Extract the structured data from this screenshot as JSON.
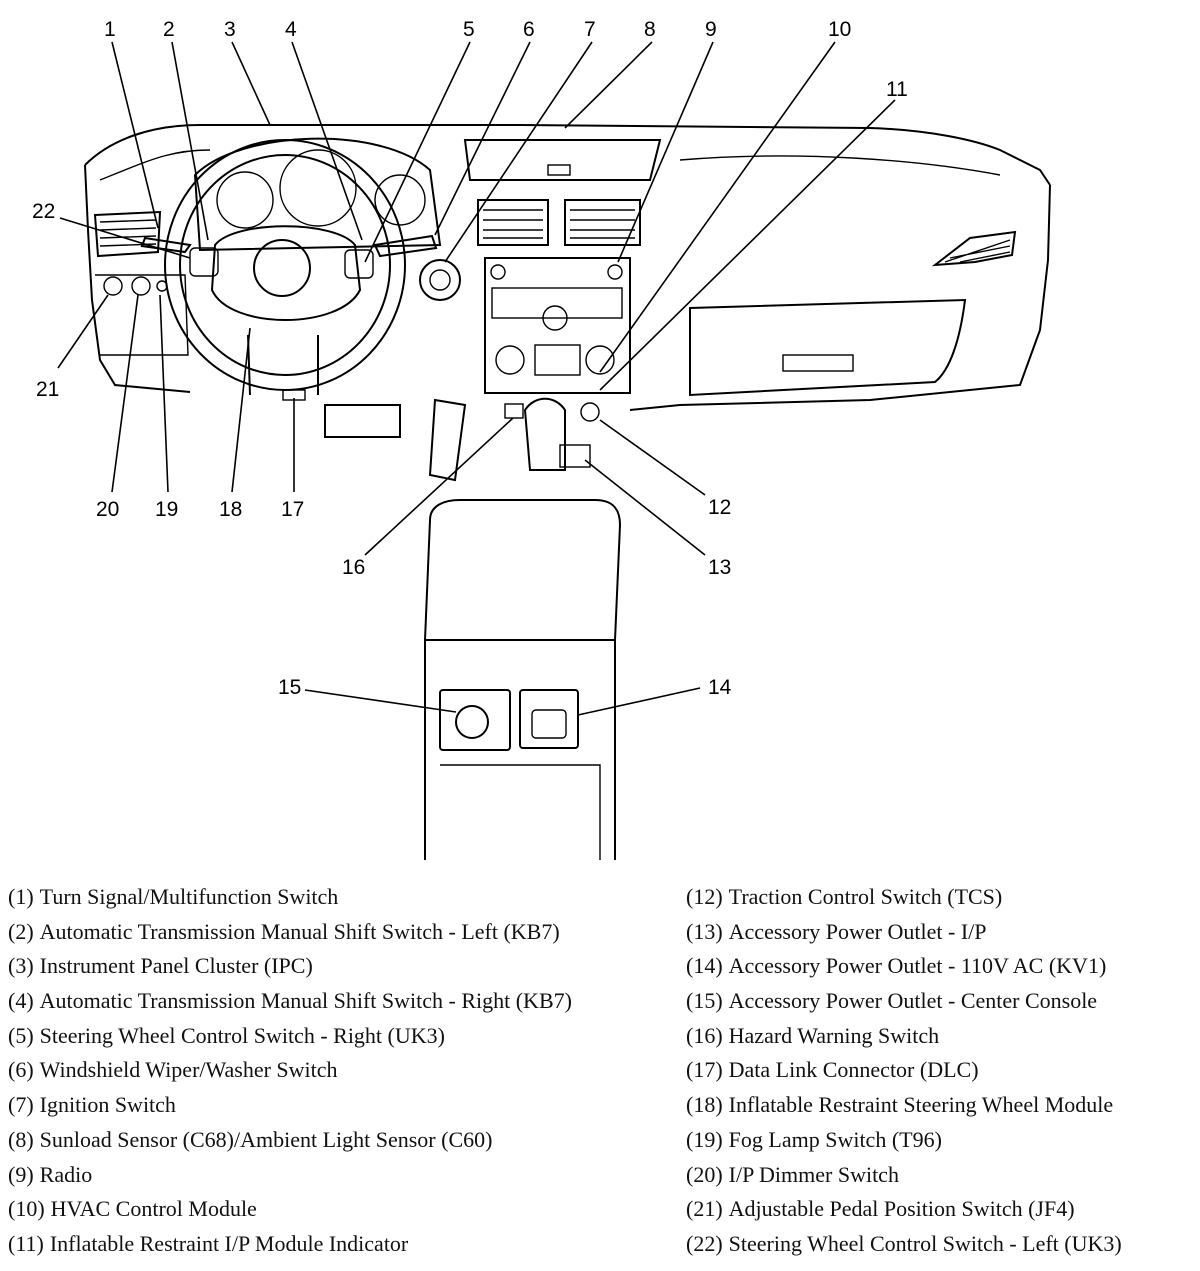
{
  "callouts": [
    {
      "num": "1"
    },
    {
      "num": "2"
    },
    {
      "num": "3"
    },
    {
      "num": "4"
    },
    {
      "num": "5"
    },
    {
      "num": "6"
    },
    {
      "num": "7"
    },
    {
      "num": "8"
    },
    {
      "num": "9"
    },
    {
      "num": "10"
    },
    {
      "num": "11"
    },
    {
      "num": "12"
    },
    {
      "num": "13"
    },
    {
      "num": "14"
    },
    {
      "num": "15"
    },
    {
      "num": "16"
    },
    {
      "num": "17"
    },
    {
      "num": "18"
    },
    {
      "num": "19"
    },
    {
      "num": "20"
    },
    {
      "num": "21"
    },
    {
      "num": "22"
    }
  ],
  "legend": [
    {
      "num": "(1)",
      "label": "Turn Signal/Multifunction Switch"
    },
    {
      "num": "(2)",
      "label": "Automatic Transmission Manual Shift Switch - Left (KB7)"
    },
    {
      "num": "(3)",
      "label": "Instrument Panel Cluster (IPC)"
    },
    {
      "num": "(4)",
      "label": "Automatic Transmission Manual Shift Switch - Right (KB7)"
    },
    {
      "num": "(5)",
      "label": "Steering Wheel Control Switch - Right (UK3)"
    },
    {
      "num": "(6)",
      "label": "Windshield Wiper/Washer Switch"
    },
    {
      "num": "(7)",
      "label": "Ignition Switch"
    },
    {
      "num": "(8)",
      "label": "Sunload Sensor (C68)/Ambient Light Sensor (C60)"
    },
    {
      "num": "(9)",
      "label": "Radio"
    },
    {
      "num": "(10)",
      "label": "HVAC Control Module"
    },
    {
      "num": "(11)",
      "label": "Inflatable Restraint I/P Module Indicator"
    },
    {
      "num": "(12)",
      "label": "Traction Control Switch (TCS)"
    },
    {
      "num": "(13)",
      "label": "Accessory Power Outlet - I/P"
    },
    {
      "num": "(14)",
      "label": "Accessory Power Outlet - 110V AC (KV1)"
    },
    {
      "num": "(15)",
      "label": "Accessory Power Outlet - Center Console"
    },
    {
      "num": "(16)",
      "label": "Hazard Warning Switch"
    },
    {
      "num": "(17)",
      "label": "Data Link Connector (DLC)"
    },
    {
      "num": "(18)",
      "label": "Inflatable Restraint Steering Wheel Module"
    },
    {
      "num": "(19)",
      "label": "Fog Lamp Switch (T96)"
    },
    {
      "num": "(20)",
      "label": "I/P Dimmer Switch"
    },
    {
      "num": "(21)",
      "label": "Adjustable Pedal Position Switch (JF4)"
    },
    {
      "num": "(22)",
      "label": "Steering Wheel Control Switch - Left (UK3)"
    }
  ]
}
